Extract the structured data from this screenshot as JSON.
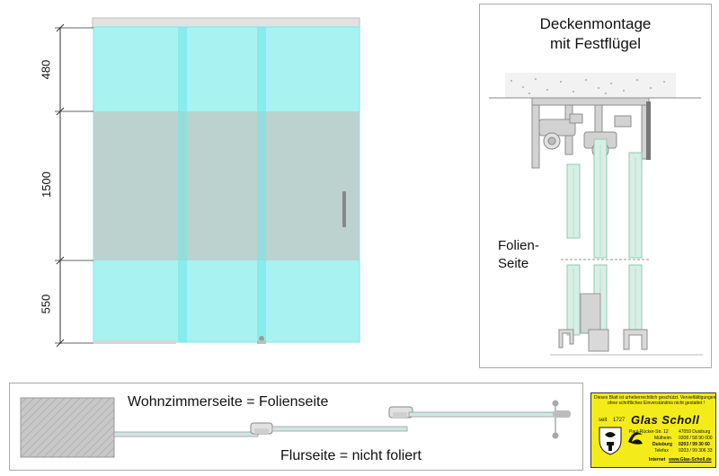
{
  "elevation": {
    "dimensions": [
      "480",
      "1500",
      "550"
    ]
  },
  "detail": {
    "title_line1": "Deckenmontage",
    "title_line2": "mit Festflügel",
    "side_label_line1": "Folien-",
    "side_label_line2": "Seite"
  },
  "plan": {
    "top_text": "Wohnzimmerseite = Folienseite",
    "bottom_text": "Flurseite = nicht foliert"
  },
  "logo": {
    "notice_line1": "Dieses Blatt ist urheberrechtlich geschützt. Vervielfältigungen",
    "notice_line2": "ohne schriftliches Einverständnis  nicht gestattet !",
    "since": "seit",
    "year": "1727",
    "brand": "Glas Scholl",
    "street": "Paul-Rücker-Str. 12",
    "zip_city": "47059 Duisburg",
    "mulheim_label": "Mülheim",
    "mulheim_phone": "0208 / 58 90 000",
    "duisburg_label": "Duisburg",
    "duisburg_phone": "0203 / 99 30 60",
    "telefax_label": "Telefax",
    "telefax_phone": "0203 / 99 306 33",
    "internet_label": "Internet",
    "website": "www.Glas-Scholl.de"
  },
  "colors": {
    "glass": "#a8f2f2",
    "glass_edge": "#55dede",
    "frosted": "#bcd2cf",
    "profile_gray": "#c8c8c8",
    "logo_yellow": "#f4ec1a"
  }
}
